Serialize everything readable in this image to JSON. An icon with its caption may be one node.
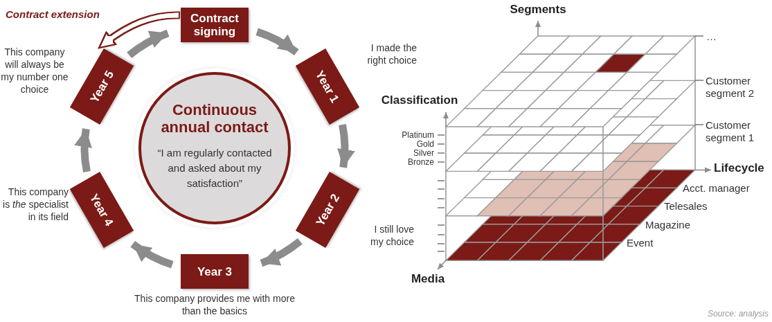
{
  "diagram": {
    "nodes": [
      {
        "text": [
          "Contract signing"
        ]
      },
      {
        "text": [
          "Year 1"
        ],
        "beside": [
          "I made the right choice"
        ]
      },
      {
        "text": [
          "Year 2"
        ],
        "beside": [
          "I still love my choice"
        ]
      },
      {
        "text": [
          "Year 3"
        ],
        "beside": [
          "This company provides me with more than the basics"
        ]
      },
      {
        "text": [
          "Year 4"
        ],
        "beside": [
          "This company is *the* specialist in its field"
        ]
      },
      {
        "text": [
          "Year 5"
        ],
        "beside": [
          "This company will always be my number one choice"
        ]
      },
      {
        "text": [
          "Continuous annual contact",
          "“I am regularly contacted and asked about my satisfaction”"
        ]
      }
    ],
    "edges": [
      {
        "from": 0,
        "to": 1,
        "arrow": "to"
      },
      {
        "from": 1,
        "to": 2,
        "arrow": "to"
      },
      {
        "from": 2,
        "to": 3,
        "arrow": "to"
      },
      {
        "from": 3,
        "to": 4,
        "arrow": "to"
      },
      {
        "from": 4,
        "to": 5,
        "arrow": "to"
      },
      {
        "from": 5,
        "to": 0,
        "arrow": "to"
      },
      {
        "from": 0,
        "to": 5,
        "arrow": "to",
        "label": "Contract extension",
        "color": "#7b1a16"
      }
    ],
    "labels": [
      "Segments",
      "…",
      "Customer segment 2",
      "Classification",
      "Customer segment 1",
      "Platinum",
      "Gold",
      "Silver",
      "Bronze",
      "Lifecycle",
      "Acct. manager",
      "Telesales",
      "Magazine",
      "Event",
      "Media",
      "Source: analysis"
    ]
  }
}
